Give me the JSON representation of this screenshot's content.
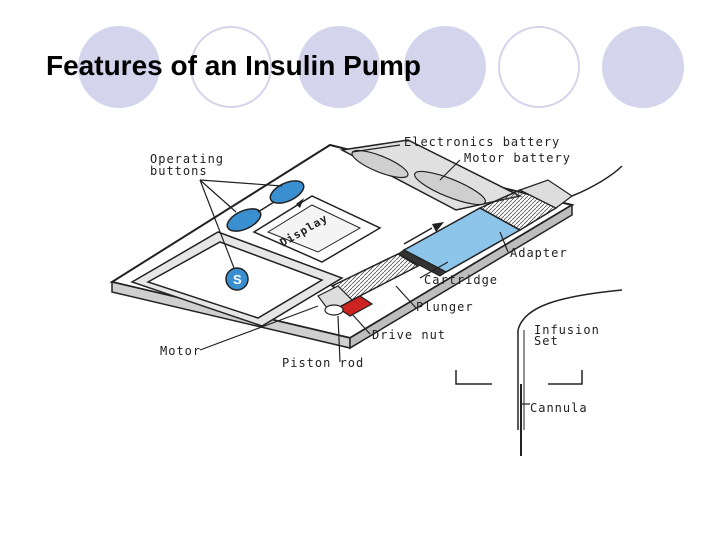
{
  "slide": {
    "title": "Features of an Insulin Pump"
  },
  "diagram": {
    "labels": {
      "operating_buttons_line1": "Operating",
      "operating_buttons_line2": "buttons",
      "electronics_battery": "Electronics battery",
      "motor_battery": "Motor battery",
      "display": "Display",
      "adapter": "Adapter",
      "cartridge": "Cartridge",
      "plunger": "Plunger",
      "drive_nut": "Drive nut",
      "motor": "Motor",
      "piston_rod": "Piston rod",
      "infusion_set_line1": "Infusion",
      "infusion_set_line2": "Set",
      "cannula": "Cannula",
      "s_button": "S"
    },
    "colors": {
      "cartridge_fill": "#8cc4ea",
      "button_fill": "#3a8fd0",
      "drive_nut_fill": "#cc2222",
      "outline": "#222222",
      "decor_circle": "#d4d4ec"
    }
  }
}
